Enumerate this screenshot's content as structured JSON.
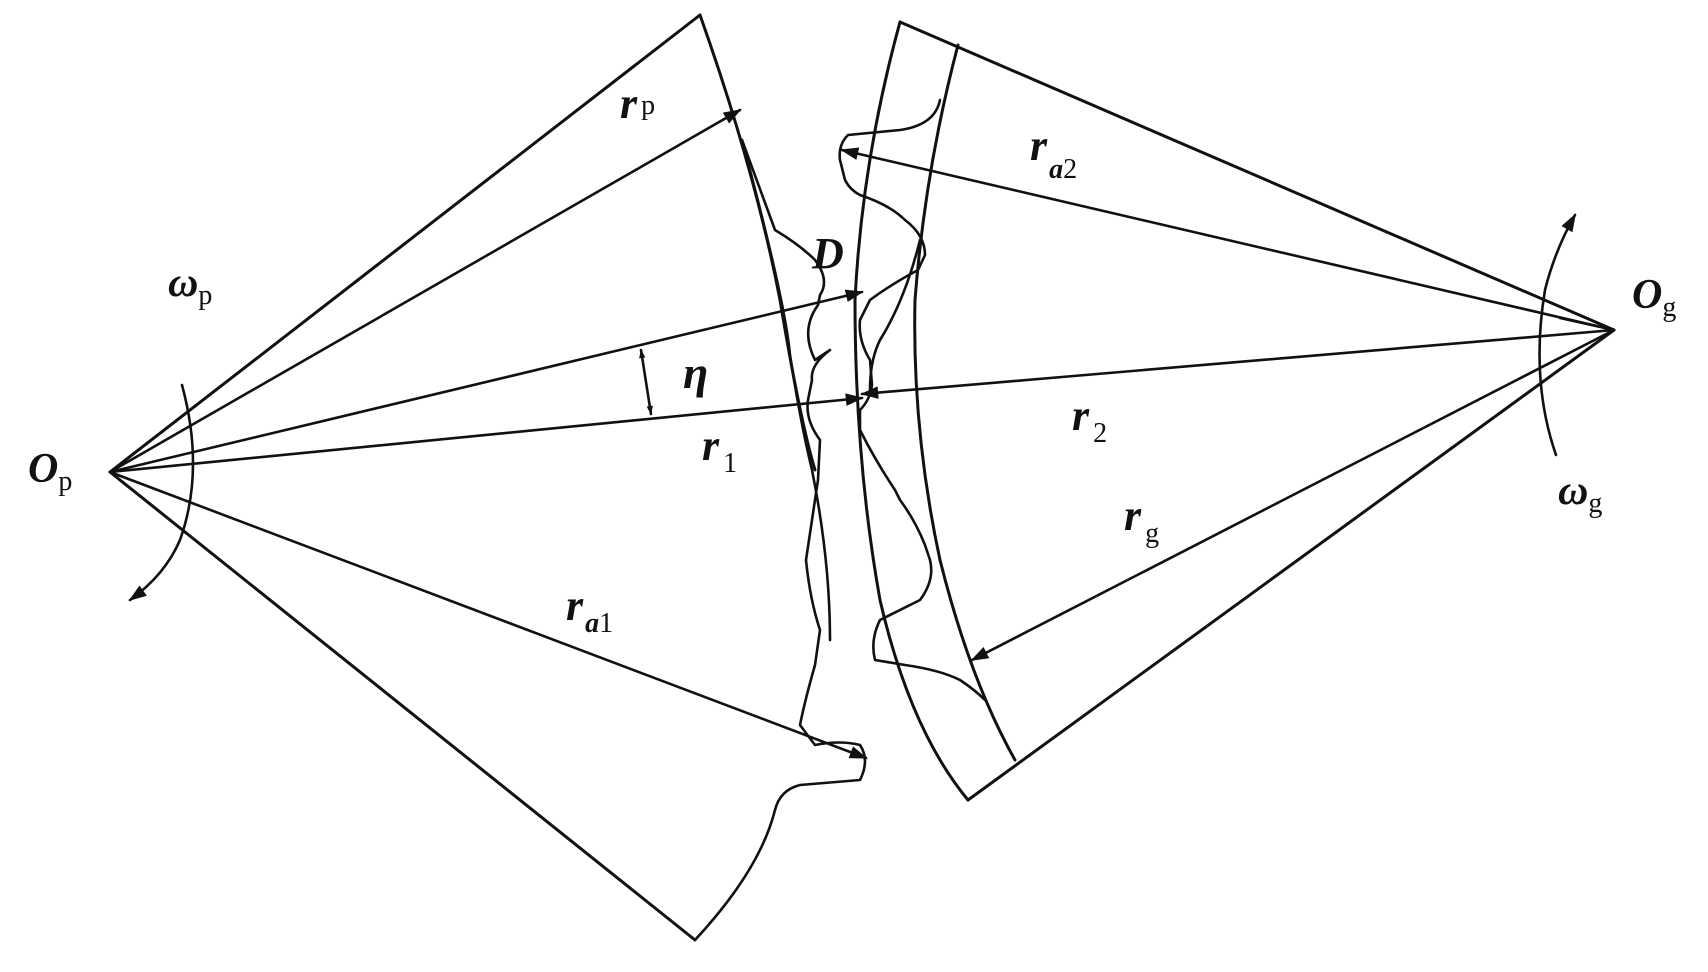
{
  "labels": {
    "op": {
      "main": "O",
      "sub": "p"
    },
    "og": {
      "main": "O",
      "sub": "g"
    },
    "omega_p": {
      "main": "ω",
      "sub": "p"
    },
    "omega_g": {
      "main": "ω",
      "sub": "g"
    },
    "rp": {
      "main": "r",
      "sub": "p"
    },
    "rg": {
      "main": "r",
      "sub": "g"
    },
    "ra1": {
      "main": "r",
      "sub_italic": "a",
      "sub": "1"
    },
    "ra2": {
      "main": "r",
      "sub_italic": "a",
      "sub": "2"
    },
    "r1": {
      "main": "r",
      "sub": "1"
    },
    "r2": {
      "main": "r",
      "sub": "2"
    },
    "eta": "η",
    "D": "D"
  },
  "colors": {
    "line": "#111111",
    "background": "#ffffff"
  }
}
